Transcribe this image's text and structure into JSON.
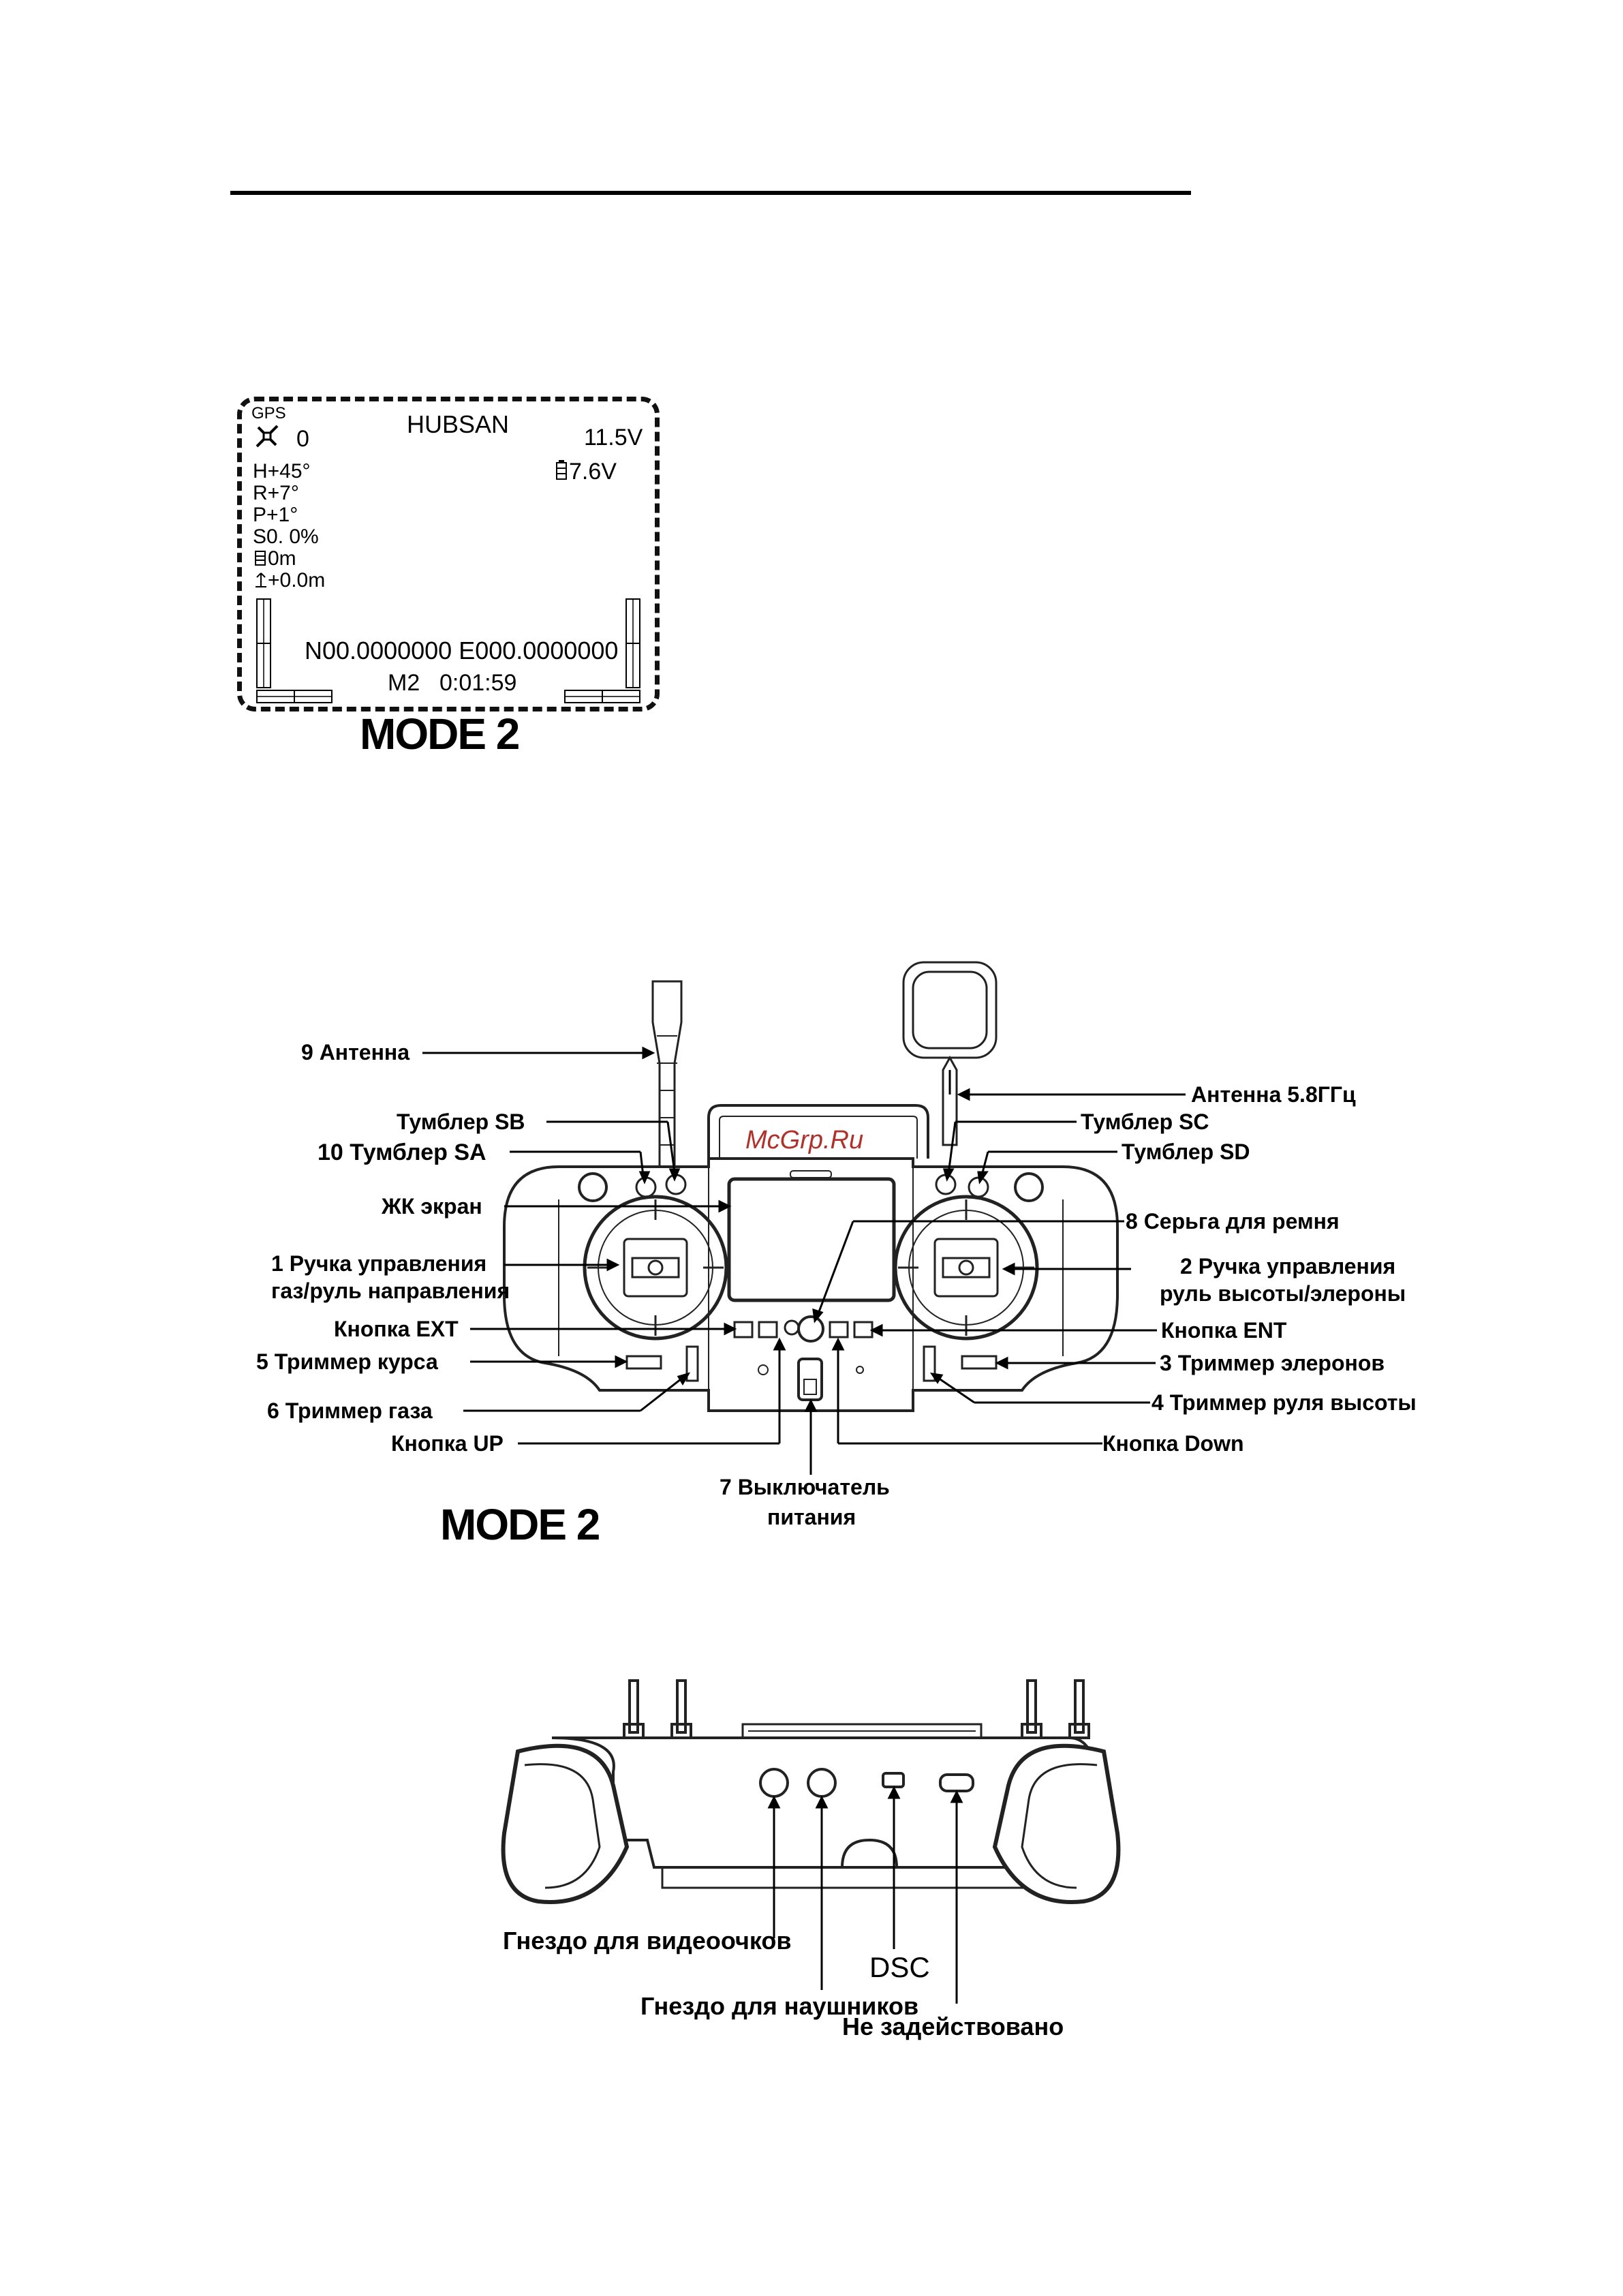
{
  "lcd": {
    "gps": "GPS",
    "sat_count": "0",
    "brand": "HUBSAN",
    "tx_voltage": "11.5V",
    "heading": "H+45°",
    "roll": "R+7°",
    "pitch": "P+1°",
    "speed": "S0. 0%",
    "distance": "0m",
    "altitude": "+0.0m",
    "drone_voltage": "7.6V",
    "coordinates": "N00.0000000 E000.0000000",
    "mode": "M2",
    "timer": "0:01:59"
  },
  "mode_label_1": "MODE 2",
  "mode_label_2": "MODE 2",
  "watermark": "McGrp.Ru",
  "front_labels": {
    "antenna": "9 Антенна",
    "antenna_58": "Антенна 5.8ГГц",
    "switch_sb": "Тумблер SB",
    "switch_sa": "10 Тумблер SA",
    "switch_sc": "Тумблер SC",
    "switch_sd": "Тумблер SD",
    "lcd_screen": "ЖК экран",
    "strap_ring": "8 Серьга для ремня",
    "stick1_line1": "1 Ручка управления",
    "stick1_line2": "газ/руль  направления",
    "stick2_line1": "2 Ручка управления",
    "stick2_line2": "руль высоты/элероны",
    "btn_ext": "Кнопка EXT",
    "btn_ent": "Кнопка ENT",
    "trim5": "5 Триммер курса",
    "trim3": "3 Триммер элеронов",
    "trim6": "6 Триммер газа",
    "trim4": "4 Триммер руля высоты",
    "btn_up": "Кнопка UP",
    "btn_down": "Кнопка Down",
    "power_line1": "7 Выключатель",
    "power_line2": "питания"
  },
  "bottom_labels": {
    "goggles": "Гнездо для видеоочков",
    "dsc": "DSC",
    "headphones": "Гнездо для наушников",
    "unused": "Не задействовано"
  }
}
